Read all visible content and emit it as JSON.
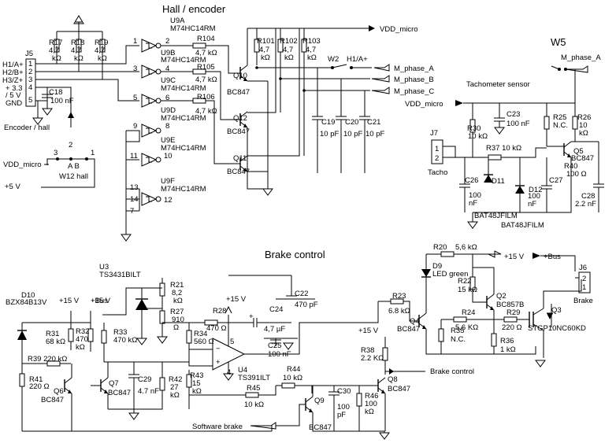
{
  "sections": {
    "hall": "Hall / encoder",
    "brake": "Brake control",
    "w5": "W5"
  },
  "labels": {
    "vdd_top": "VDD_micro",
    "vdd_tacho": "VDD_micro",
    "vdd_w12": "VDD_micro",
    "plus5v_w12": "+5 V",
    "w2": "W2",
    "h1a": "H1/A+",
    "m_phase_a": "M_phase_A",
    "m_phase_b": "M_phase_B",
    "m_phase_c": "M_phase_C",
    "w5_phase_a": "M_phase_A",
    "tacho_sensor": "Tachometer sensor",
    "j7": "J7",
    "j7_p1": "1",
    "j7_p2": "2",
    "tacho": "Tacho",
    "j5": "J5",
    "j5_pins": [
      "H1/A+",
      "H2/B+",
      "H3/Z+",
      "+ 3.3",
      "/ 5 V",
      "GND"
    ],
    "j5_nums": [
      "1",
      "2",
      "3",
      "4",
      "5"
    ],
    "encoder_hall": "Encoder / hall",
    "w12_n3": "3",
    "w12_n2": "2",
    "w12_n1": "1",
    "w12_ab": "A B",
    "w12_hall": "W12  hall",
    "u9a": "U9A",
    "u9a_part": "M74HC14RM",
    "u9b": "U9B",
    "u9b_part": "M74HC14RM",
    "u9c": "U9C",
    "u9c_part": "M74HC14RM",
    "u9d": "U9D",
    "u9d_part": "M74HC14RM",
    "u9e": "U9E",
    "u9e_part": "M74HC14RM",
    "u9f": "U9F",
    "u9f_part": "M74HC14RM",
    "u9_pins": [
      "1",
      "2",
      "3",
      "4",
      "5",
      "6",
      "9",
      "8",
      "11",
      "10",
      "13",
      "12",
      "14",
      "7"
    ],
    "r17": "R17",
    "r18": "R18",
    "r19": "R19",
    "r101": "R101",
    "r102": "R102",
    "r103": "R103",
    "v47": "4,7",
    "vkohm": "kΩ",
    "r104": "R104",
    "r105": "R105",
    "r106": "R106",
    "r10x_val": "4,7 kΩ",
    "c18": "C18",
    "c18_val": "100 nF",
    "q10": "Q10",
    "q12": "Q12",
    "q11": "Q11",
    "bc847": "BC847",
    "c19": "C19",
    "c20": "C20",
    "c21": "C21",
    "c1921_val": "10 pF",
    "c23": "C23",
    "c23_val": "100 nF",
    "r30": "R30",
    "r30_val": "10 kΩ",
    "r37": "R37  10 kΩ",
    "r25": "R25",
    "r25_val": "N.C.",
    "r26": "R26",
    "r26_val": "10",
    "r26_unit": "kΩ",
    "q5": "Q5",
    "q5_part": "BC847",
    "r40": "R40",
    "r40_val": "100 Ω",
    "c26": "C26",
    "c26_val1": "100",
    "c26_val2": "nF",
    "d11": "D11",
    "d12": "D12",
    "c27": "C27",
    "c27_val1": "100",
    "c27_val2": "nF",
    "c28": "C28",
    "c28_val": "2.2 nF",
    "bat1": "BAT48JFILM",
    "bat2": "BAT48JFILM",
    "u3": "U3",
    "u3_part": "TS3431BILT",
    "r21": "R21",
    "r21_val1": "8,2",
    "r21_val2": "kΩ",
    "r27": "R27",
    "r27_val1": "910",
    "r27_val2": "Ω",
    "c22": "C22",
    "c22_val": "470 pF",
    "plus15v_a": "+15 V",
    "plus15v_b": "+15 V",
    "plus15v_c": "+15 V",
    "plus15v_d": "+15 V",
    "plusbus_a": "+Bus",
    "plusbus_b": "+Bus",
    "r28": "R28",
    "r28_val": "470 Ω",
    "c24": "C24",
    "c24_val": "4,7 µF",
    "c25": "C25",
    "c25_val": "100 nF",
    "d10": "D10",
    "d10_part": "BZX84B13V",
    "r31": "R31",
    "r31_val": "68 kΩ",
    "r32": "R32",
    "r32_val1": "470",
    "r32_val2": "kΩ",
    "r33": "R33",
    "r33_val": "470 kΩ",
    "r34": "R34",
    "r34_val": "560 Ω",
    "u4": "U4",
    "u4_part": "TS391ILT",
    "op_plus": "+",
    "op_minus": "−",
    "op_5": "5",
    "op_4": "4",
    "r39": "R39  220 kΩ",
    "r41": "R41",
    "r41_val": "220 Ω",
    "q6": "Q6",
    "q6_part": "BC847",
    "q7": "Q7",
    "q7_part": "BC847",
    "c29": "C29",
    "c29_val": "4.7 nF",
    "r42": "R42",
    "r42_val1": "27",
    "r42_val2": "kΩ",
    "r43": "R43",
    "r43_val1": "15",
    "r43_val2": "kΩ",
    "r44": "R44",
    "r44_val": "10 kΩ",
    "r45": "R45",
    "r45_val": "10 kΩ",
    "sw_brake": "Software brake",
    "q9": "Q9",
    "q9_part": "BC847",
    "c30": "C30",
    "c30_val1": "100",
    "c30_val2": "pF",
    "r46": "R46",
    "r46_val1": "100",
    "r46_val2": "kΩ",
    "r38": "R38",
    "r38_val": "2.2 KΩ",
    "q8": "Q8",
    "q8_part": "BC847",
    "brake_ctrl": "Brake control",
    "r23": "R23",
    "r23_val": "6.8 kΩ",
    "r20": "R20",
    "r20_val": "5,6 kΩ",
    "d9": "D9",
    "d9_part": "LED green",
    "r22": "R22",
    "r22_val": "15 kΩ",
    "q2": "Q2",
    "q2_part": "BC857B",
    "q4": "Q4",
    "q4_part": "BC847",
    "r35": "R35",
    "r35_val": "N.C.",
    "r24": "R24",
    "r24_val": "5.6 KΩ",
    "r29": "R29",
    "r29_val": "220 Ω",
    "r36": "R36",
    "r36_val": "1 kΩ",
    "q3": "Q3",
    "q3_part": "STGP10NC60KD",
    "j6": "J6",
    "j6_p2": "2",
    "j6_p1": "1",
    "brake": "Brake"
  }
}
